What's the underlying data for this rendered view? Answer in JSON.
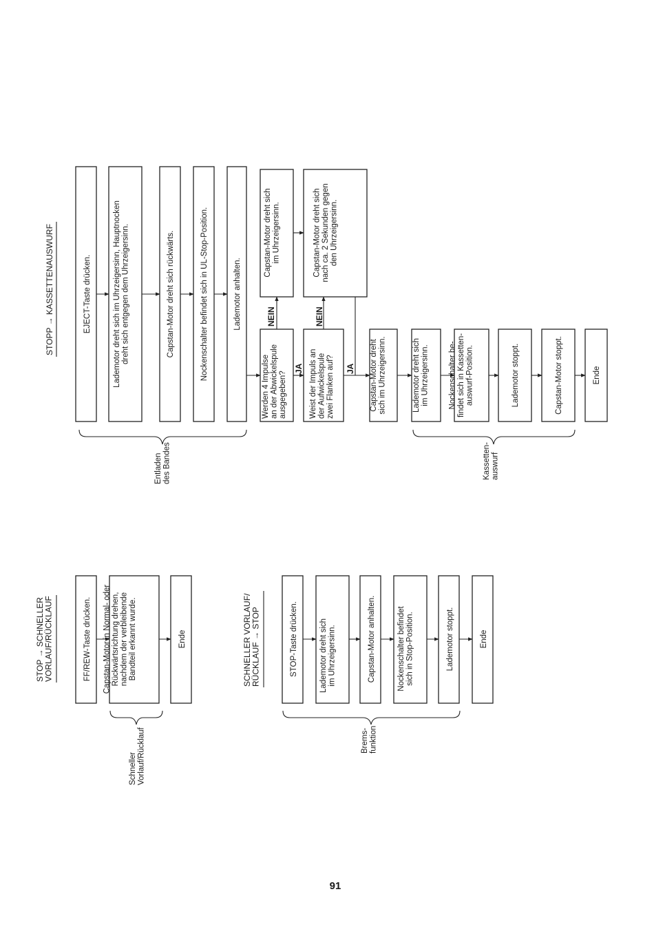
{
  "page_number": "91",
  "sections": {
    "eject": {
      "title": "STOPP → KASSETTENAUSWURF",
      "steps": [
        "EJECT-Taste drücken.",
        "Lademotor dreht sich im Uhrzeigersinn, Hauptnocken|dreht sich entgegen dem Uhrzeigersinn.",
        "Capstan-Motor dreht sich rückwärts.",
        "Nockenschalter befindet sich in UL-Stop-Position.",
        "Lademotor anhalten."
      ],
      "decision1": "Werden 4 Impulse|an der Abwickelspule|ausgegeben?",
      "decision2": "Weist der Impuls an|der Aufwickelspule|zwei Flanken auf?",
      "yes": "JA",
      "no": "NEIN",
      "no_action1": "Capstan-Motor dreht sich|im Uhrzeigersinn.",
      "no_action2": "Capstan-Motor dreht sich|nach ca. 2 Sekunden gegen|den Uhrzeigersinn.",
      "after_steps": [
        "Capstan-Motor dreht|sich im Uhrzeigersinn.",
        "Lademotor dreht sich|im Uhrzeigersinn.",
        "Nockenschalter be-|findet sich in Kassetten-|auswurf-Position.",
        "Lademotor stoppt.",
        "Capstan-Motor stoppt.",
        "Ende"
      ],
      "brace1_label": "Entladen|des Bandes",
      "brace2_label": "Kassetten-|auswurf"
    },
    "ff": {
      "title": "STOP → SCHNELLER|VORLAUF/RÜCKLAUF",
      "steps": [
        "FF/REW-Taste drücken.",
        "Capstan-Motor in Normal- oder|Rückwärtsrichtung drehen,|nachdem der verbleibende|Bandteil erkannt wurde.",
        "Ende"
      ],
      "brace_label": "Schneller|Vorlauf/Rücklauf"
    },
    "stop": {
      "title": "SCHNELLER VORLAUF/|RÜCKLAUF → STOP",
      "steps": [
        "STOP-Taste drücken.",
        "Lademotor dreht sich|im Uhrzeigersinn.",
        "Capstan-Motor anhalten.",
        "Nockenschalter befindet|sich in Stop-Position.",
        "Lademotor stoppt.",
        "Ende"
      ],
      "brace_label": "Brems-|funktion"
    }
  }
}
